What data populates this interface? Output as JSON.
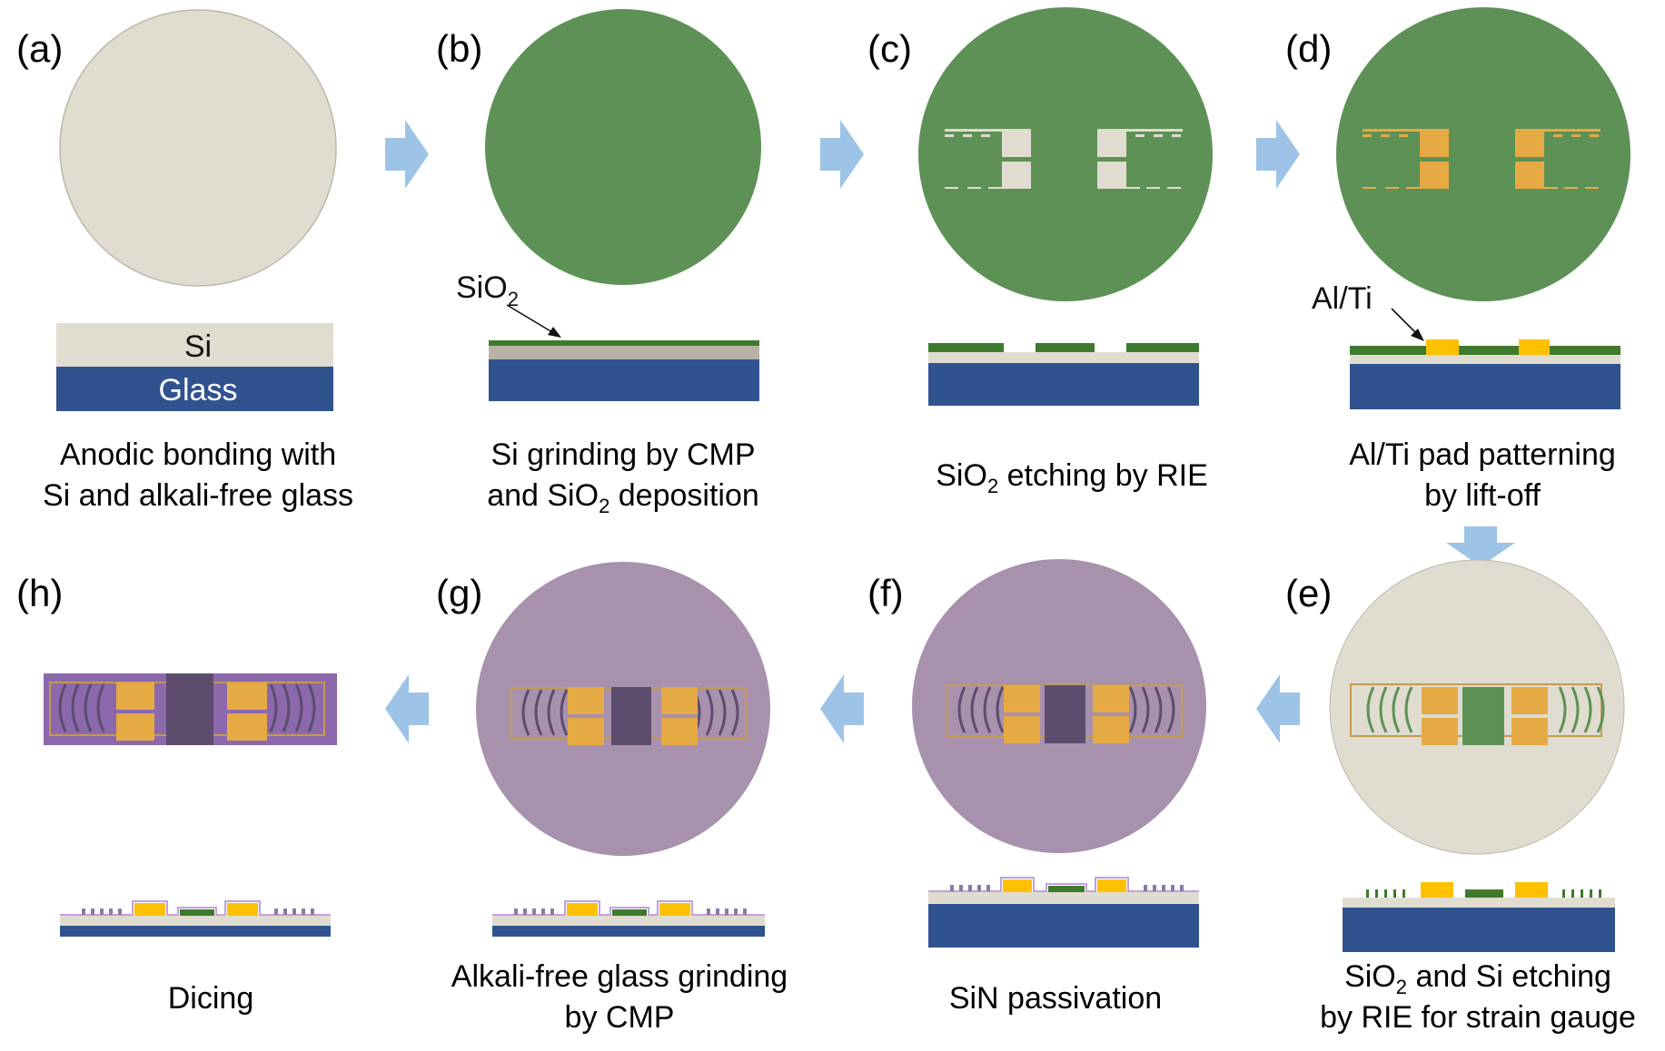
{
  "colors": {
    "si": "#e0dccf",
    "glass": "#30538f",
    "oxide": "#5d9156",
    "oxide_dark": "#3e7a2e",
    "metal": "#e6aa45",
    "metal_bright": "#ffc000",
    "sin": "#a791ad",
    "sin_dark": "#5d4c6e",
    "sin_edge": "#c0a0dc",
    "arrow": "#9dc3e6",
    "outline": "#9a9a9a"
  },
  "steps": [
    {
      "id": "a",
      "label": "(a)",
      "caption": [
        "Anodic bonding with",
        "Si and alkali-free glass"
      ]
    },
    {
      "id": "b",
      "label": "(b)",
      "caption_line1": "Si grinding by CMP",
      "caption_line2_pre": "and SiO",
      "caption_line2_sub": "2",
      "caption_line2_post": " deposition"
    },
    {
      "id": "c",
      "label": "(c)",
      "caption_pre": "SiO",
      "caption_sub": "2",
      "caption_post": " etching by RIE"
    },
    {
      "id": "d",
      "label": "(d)",
      "caption": [
        "Al/Ti pad patterning",
        "by lift-off"
      ]
    },
    {
      "id": "e",
      "label": "(e)",
      "caption_line1_pre": "SiO",
      "caption_line1_sub": "2",
      "caption_line1_post": " and Si etching",
      "caption_line2": "by RIE for strain gauge"
    },
    {
      "id": "f",
      "label": "(f)",
      "caption": [
        "SiN passivation"
      ]
    },
    {
      "id": "g",
      "label": "(g)",
      "caption": [
        "Alkali-free glass grinding",
        "by CMP"
      ]
    },
    {
      "id": "h",
      "label": "(h)",
      "caption": [
        "Dicing"
      ]
    }
  ],
  "layer_labels": {
    "si": "Si",
    "glass": "Glass",
    "sio2_pre": "SiO",
    "sio2_sub": "2",
    "alti": "Al/Ti"
  },
  "flow_arrows": [
    {
      "from": "a",
      "to": "b",
      "direction": "right"
    },
    {
      "from": "b",
      "to": "c",
      "direction": "right"
    },
    {
      "from": "c",
      "to": "d",
      "direction": "right"
    },
    {
      "from": "d",
      "to": "e",
      "direction": "down"
    },
    {
      "from": "e",
      "to": "f",
      "direction": "left"
    },
    {
      "from": "f",
      "to": "g",
      "direction": "left"
    },
    {
      "from": "g",
      "to": "h",
      "direction": "left"
    }
  ]
}
